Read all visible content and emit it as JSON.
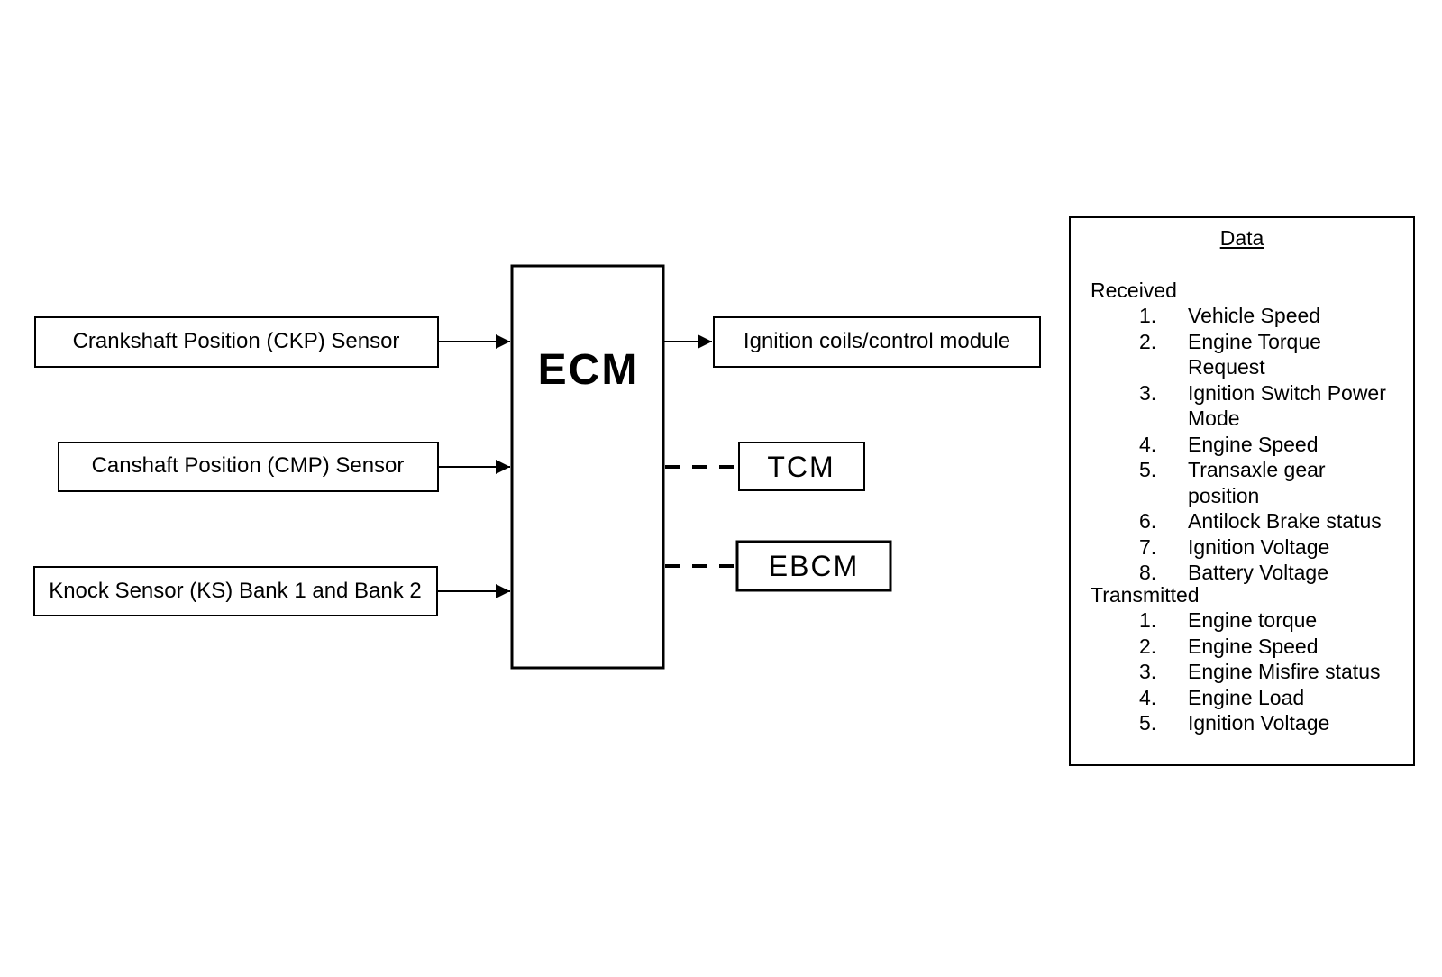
{
  "inputs": [
    {
      "label": "Crankshaft Position (CKP) Sensor"
    },
    {
      "label": "Canshaft Position (CMP) Sensor"
    },
    {
      "label": "Knock Sensor (KS) Bank 1 and Bank 2"
    }
  ],
  "ecm": {
    "label": "ECM"
  },
  "outputs": {
    "label": "Ignition coils/control module"
  },
  "modules": [
    {
      "label": "TCM",
      "link": "dashed"
    },
    {
      "label": "EBCM",
      "link": "dashed"
    }
  ],
  "legend": {
    "title": "Data",
    "received_heading": "Received",
    "received": [
      {
        "num": "1.",
        "text": "Vehicle Speed"
      },
      {
        "num": "2.",
        "text": "Engine Torque Request"
      },
      {
        "num": "3.",
        "text": "Ignition Switch Power Mode"
      },
      {
        "num": "4.",
        "text": "Engine Speed"
      },
      {
        "num": "5.",
        "text": "Transaxle gear position"
      },
      {
        "num": "6.",
        "text": "Antilock Brake status"
      },
      {
        "num": "7.",
        "text": "Ignition Voltage"
      },
      {
        "num": "8.",
        "text": "Battery Voltage"
      }
    ],
    "transmitted_heading": "Transmitted",
    "transmitted": [
      {
        "num": "1.",
        "text": "Engine torque"
      },
      {
        "num": "2.",
        "text": "Engine Speed"
      },
      {
        "num": "3.",
        "text": "Engine Misfire status"
      },
      {
        "num": "4.",
        "text": "Engine Load"
      },
      {
        "num": "5.",
        "text": "Ignition Voltage"
      }
    ]
  }
}
